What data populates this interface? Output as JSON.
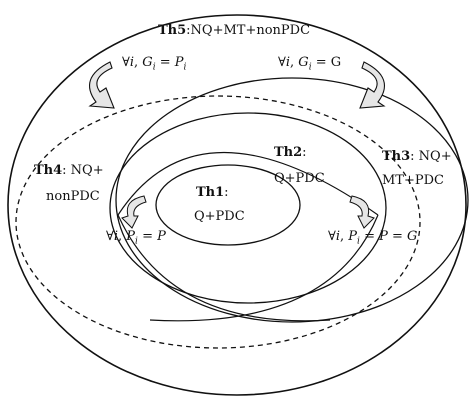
{
  "th5": {
    "name": "Th5",
    "desc": ":NQ+MT+nonPDC"
  },
  "th4": {
    "name": "Th4",
    "desc_line1": ": NQ+",
    "desc_line2": "nonPDC"
  },
  "th2": {
    "name": "Th2",
    "desc_line1": ":",
    "desc_line2": "Q+PDC"
  },
  "th3": {
    "name": "Th3",
    "desc_line1": ": NQ+",
    "desc_line2": "MT+PDC"
  },
  "th1": {
    "name": "Th1",
    "desc_line1": ":",
    "desc_line2": "Q+PDC"
  },
  "cond_left_top": {
    "forall": "∀",
    "var": "i",
    "sep": ", ",
    "G": "G",
    "sub": "i",
    "eq": " = ",
    "P": "P",
    "psub": "i"
  },
  "cond_right_top": {
    "forall": "∀",
    "var": "i",
    "sep": ", ",
    "G": "G",
    "sub": "i",
    "eq": " = G"
  },
  "cond_left_bottom": {
    "forall": "∀",
    "var": "i",
    "sep": ", ",
    "P": "P",
    "sub": "i",
    "eq": " = P"
  },
  "cond_right_bottom": {
    "forall": "∀",
    "var": "i",
    "sep": ", ",
    "P": "P",
    "sub": "i",
    "eq": " = P = G"
  },
  "colors": {
    "stroke": "#111111",
    "background": "#ffffff"
  }
}
